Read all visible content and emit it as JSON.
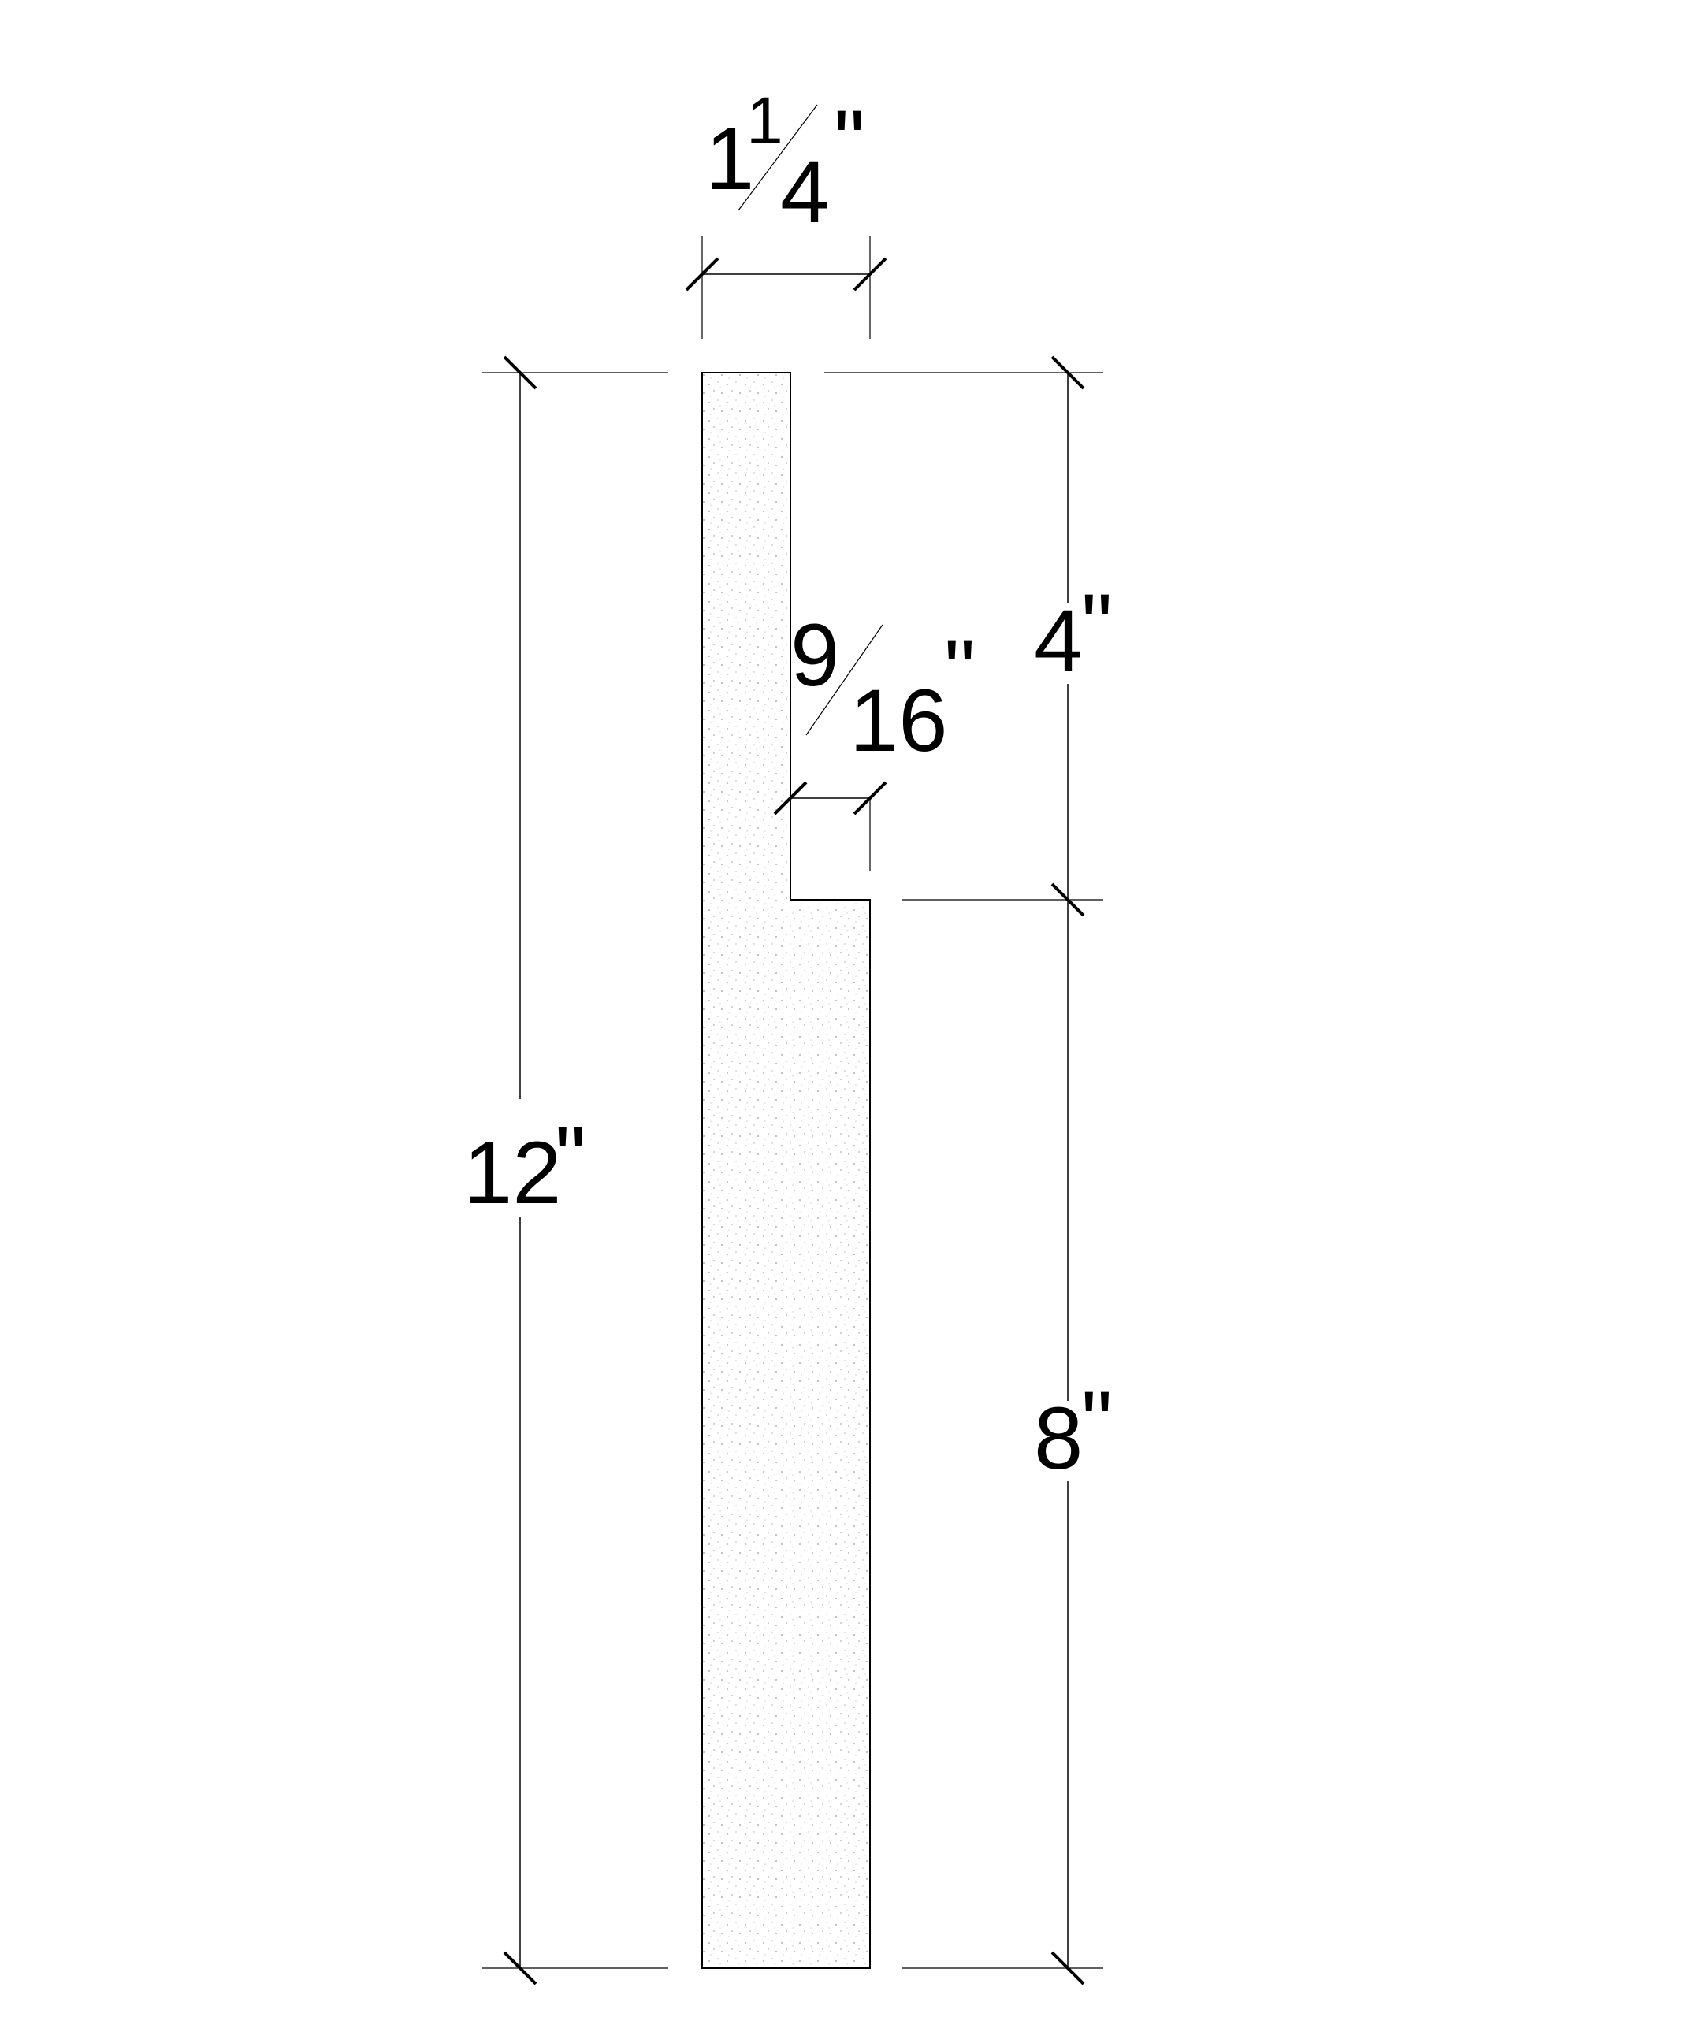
{
  "drawing": {
    "title": "",
    "dimensions": {
      "overall_width": {
        "whole": "1",
        "numerator": "1",
        "denominator": "4",
        "unit": "\""
      },
      "lip_width": {
        "numerator": "9",
        "denominator": "16",
        "unit": "\""
      },
      "overall_height": {
        "value": "12",
        "unit": "\""
      },
      "top_segment": {
        "value": "4",
        "unit": "\""
      },
      "bottom_segment": {
        "value": "8",
        "unit": "\""
      }
    },
    "colors": {
      "line": "#000000",
      "fill_stipple": "#c8c8c8",
      "background": "#ffffff"
    }
  }
}
